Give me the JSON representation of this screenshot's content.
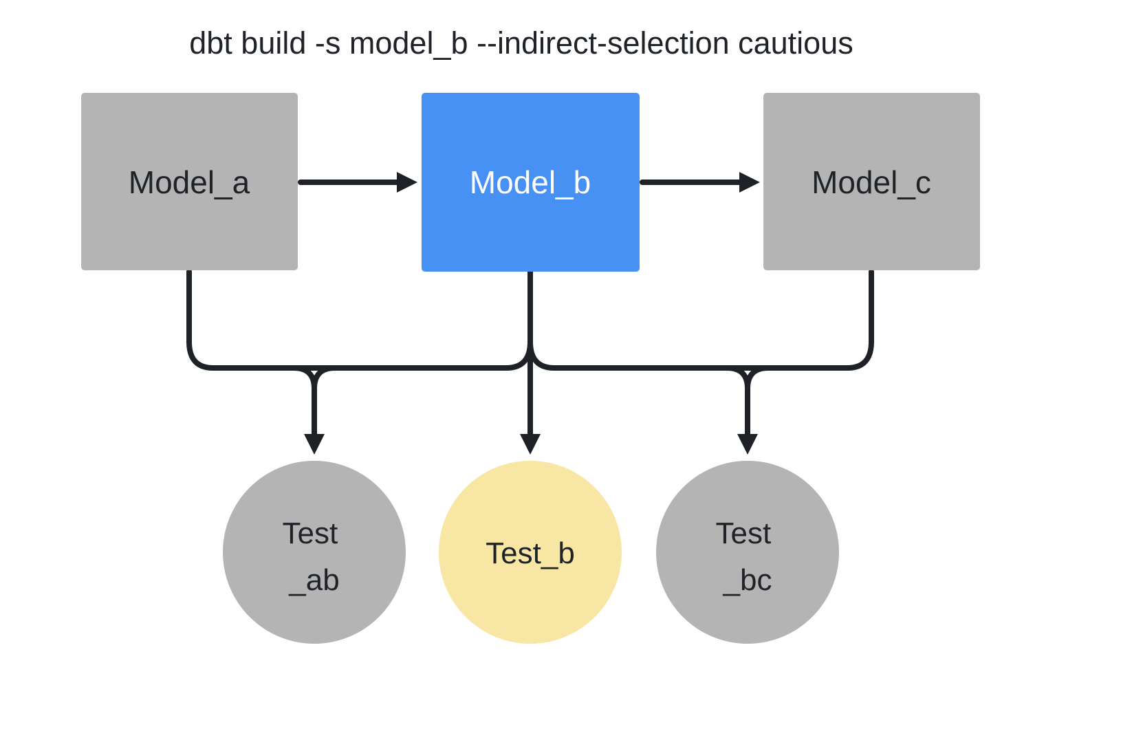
{
  "title": "dbt build -s model_b --indirect-selection cautious",
  "colors": {
    "background": "#ffffff",
    "node_gray": "#b4b4b4",
    "node_blue": "#4791f5",
    "node_yellow": "#f8e6a4",
    "edge": "#1e2126",
    "text_dark": "#1f2328",
    "text_light": "#ffffff"
  },
  "nodes": {
    "model_a": {
      "label": "Model_a"
    },
    "model_b": {
      "label": "Model_b"
    },
    "model_c": {
      "label": "Model_c"
    },
    "test_ab": {
      "label_line1": "Test",
      "label_line2": "_ab"
    },
    "test_b": {
      "label": "Test_b"
    },
    "test_bc": {
      "label_line1": "Test",
      "label_line2": "_bc"
    }
  },
  "edges": [
    {
      "from": "model_a",
      "to": "model_b"
    },
    {
      "from": "model_b",
      "to": "model_c"
    },
    {
      "from": "model_a",
      "to": "test_ab"
    },
    {
      "from": "model_b",
      "to": "test_ab"
    },
    {
      "from": "model_b",
      "to": "test_b"
    },
    {
      "from": "model_b",
      "to": "test_bc"
    },
    {
      "from": "model_c",
      "to": "test_bc"
    }
  ]
}
